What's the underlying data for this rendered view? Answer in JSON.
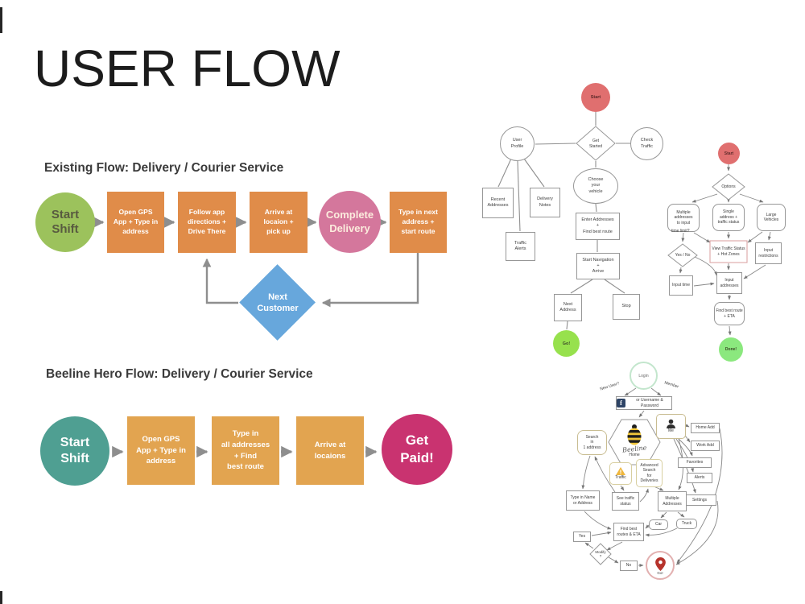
{
  "slide": {
    "title": "USER FLOW"
  },
  "colors": {
    "start_green": "#9cc25c",
    "step_orange": "#e08c49",
    "step_orange_light": "#e2a450",
    "complete_pink": "#d4779c",
    "loop_blue": "#67a7dc",
    "start_teal": "#4f9f92",
    "paid_magenta": "#c93370",
    "wf_start_red": "#e06f6f",
    "wf_go_green": "#97e14d",
    "wf_done_green": "#8be87e",
    "arrow_gray": "#8e8e8e",
    "wire_gray": "#8a8a8a"
  },
  "existing_flow": {
    "heading": "Existing Flow: Delivery / Courier Service",
    "start": "Start\nShift",
    "step1": "Open GPS\nApp + Type in\naddress",
    "step2": "Follow app\ndirections +\nDrive There",
    "step3": "Arrive at\nlocaion +\npick up",
    "complete": "Complete\nDelivery",
    "step4": "Type in next\naddress +\nstart route",
    "loop": "Next\nCustomer"
  },
  "beeline_flow": {
    "heading": "Beeline Hero Flow: Delivery / Courier Service",
    "start": "Start\nShift",
    "step1": "Open GPS\nApp + Type in\naddress",
    "step2": "Type in\nall addresses\n+ Find\nbest route",
    "step3": "Arrive at\nlocaions",
    "end": "Get\nPaid!"
  },
  "wireframe_a": {
    "start": "Start",
    "get_started": "Get\nStarted",
    "user_profile": "User\nProfile",
    "check_traffic": "Check\nTraffic",
    "choose_vehicle": "Choose\nyour\nvehicle",
    "recent_addresses": "Recent\nAddresses",
    "delivery_notes": "Delivery\nNotes",
    "traffic_alerts": "Traffic\nAlerts",
    "enter_addresses": "Enter Addresses\n+\nFind best route",
    "start_navigation": "Start Navigation\n+\nArrive",
    "next_address": "Next\nAddress",
    "stop": "Stop",
    "go": "Go!"
  },
  "wireframe_b": {
    "start": "Start",
    "options": "Options",
    "multiple_addresses": "Multiple\naddresses\nto input",
    "single_address": "Single\naddress +\ntraffic status",
    "large_vehicles": "Large\nVehicles",
    "time_limit": "time limit?",
    "yes_no": "Yes / No",
    "view_traffic": "View Traffic Status\n+ Hot Zones",
    "input_restrictions": "Input\nrestrictions",
    "input_time": "Input time",
    "input_addresses": "Input\naddresses",
    "find_best_route": "Find best route\n+ ETA",
    "done": "Done!"
  },
  "wireframe_c": {
    "login": "Login",
    "new_user": "New User?",
    "member": "Member",
    "username_password": "or Username & Password",
    "brand": "Beeline",
    "home": "Home",
    "me": "Me",
    "home_add": "Home Add",
    "work_add": "Work Add",
    "favorites": "Favorites",
    "alerts": "Alerts",
    "settings": "Settings",
    "search_single": "Search\nin\n1 address",
    "traffic": "Traffic",
    "advanced_search": "Advanced\nSearch\nfor\nDeliveries",
    "type_in_name": "Type in Name\nor Address",
    "see_traffic": "See traffic\nstatus",
    "multiple_addresses": "Multiple\nAddresses",
    "car": "Car",
    "truck": "Truck",
    "find_best_routes": "Find best\nroutes & ETA",
    "yes": "Yes",
    "modify": "Modify\n?",
    "no": "No",
    "go": "Go!"
  }
}
